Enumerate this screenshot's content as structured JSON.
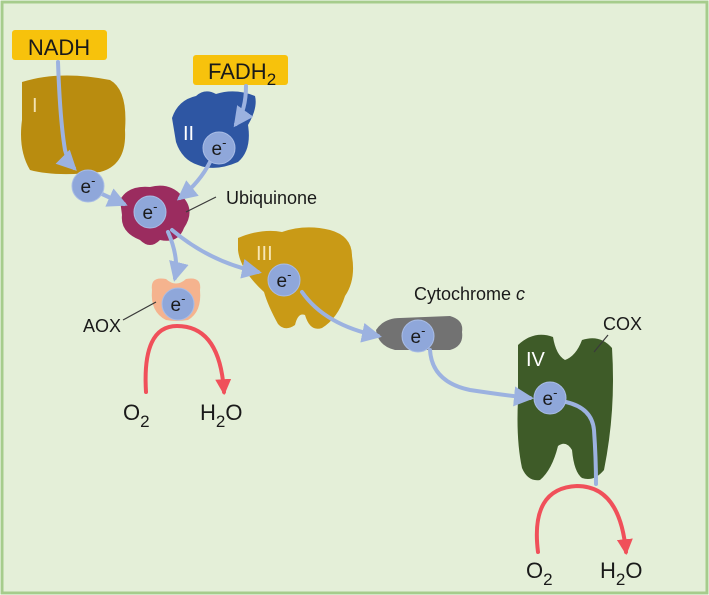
{
  "diagram": {
    "substrates": {
      "nadh": "NADH",
      "fadh_main": "FADH",
      "fadh_sub": "2"
    },
    "complexes": {
      "c1": "I",
      "c2": "II",
      "c3": "III",
      "c4": "IV"
    },
    "electron": {
      "base": "e",
      "sup": "-"
    },
    "labels": {
      "ubiquinone": "Ubiquinone",
      "cytochrome_main": "Cytochrome ",
      "cytochrome_italic": "c",
      "aox": "AOX",
      "cox": "COX"
    },
    "products": {
      "o": "O",
      "two": "2",
      "h": "H",
      "water_o": "O"
    },
    "colors": {
      "background": "#e4efd8",
      "border": "#a6cc8c",
      "substrate_box": "#f7c20c",
      "complex_I": "#b98c0f",
      "complex_II": "#2e56a3",
      "ubiquinone": "#9b2c5f",
      "complex_III": "#c99a16",
      "cytochrome_c": "#727272",
      "complex_IV": "#3e5b28",
      "aox": "#f5b38e",
      "electron_fill": "#8fa7da",
      "arrow_blue": "#9cb2e0",
      "arrow_red": "#f0505a"
    }
  }
}
